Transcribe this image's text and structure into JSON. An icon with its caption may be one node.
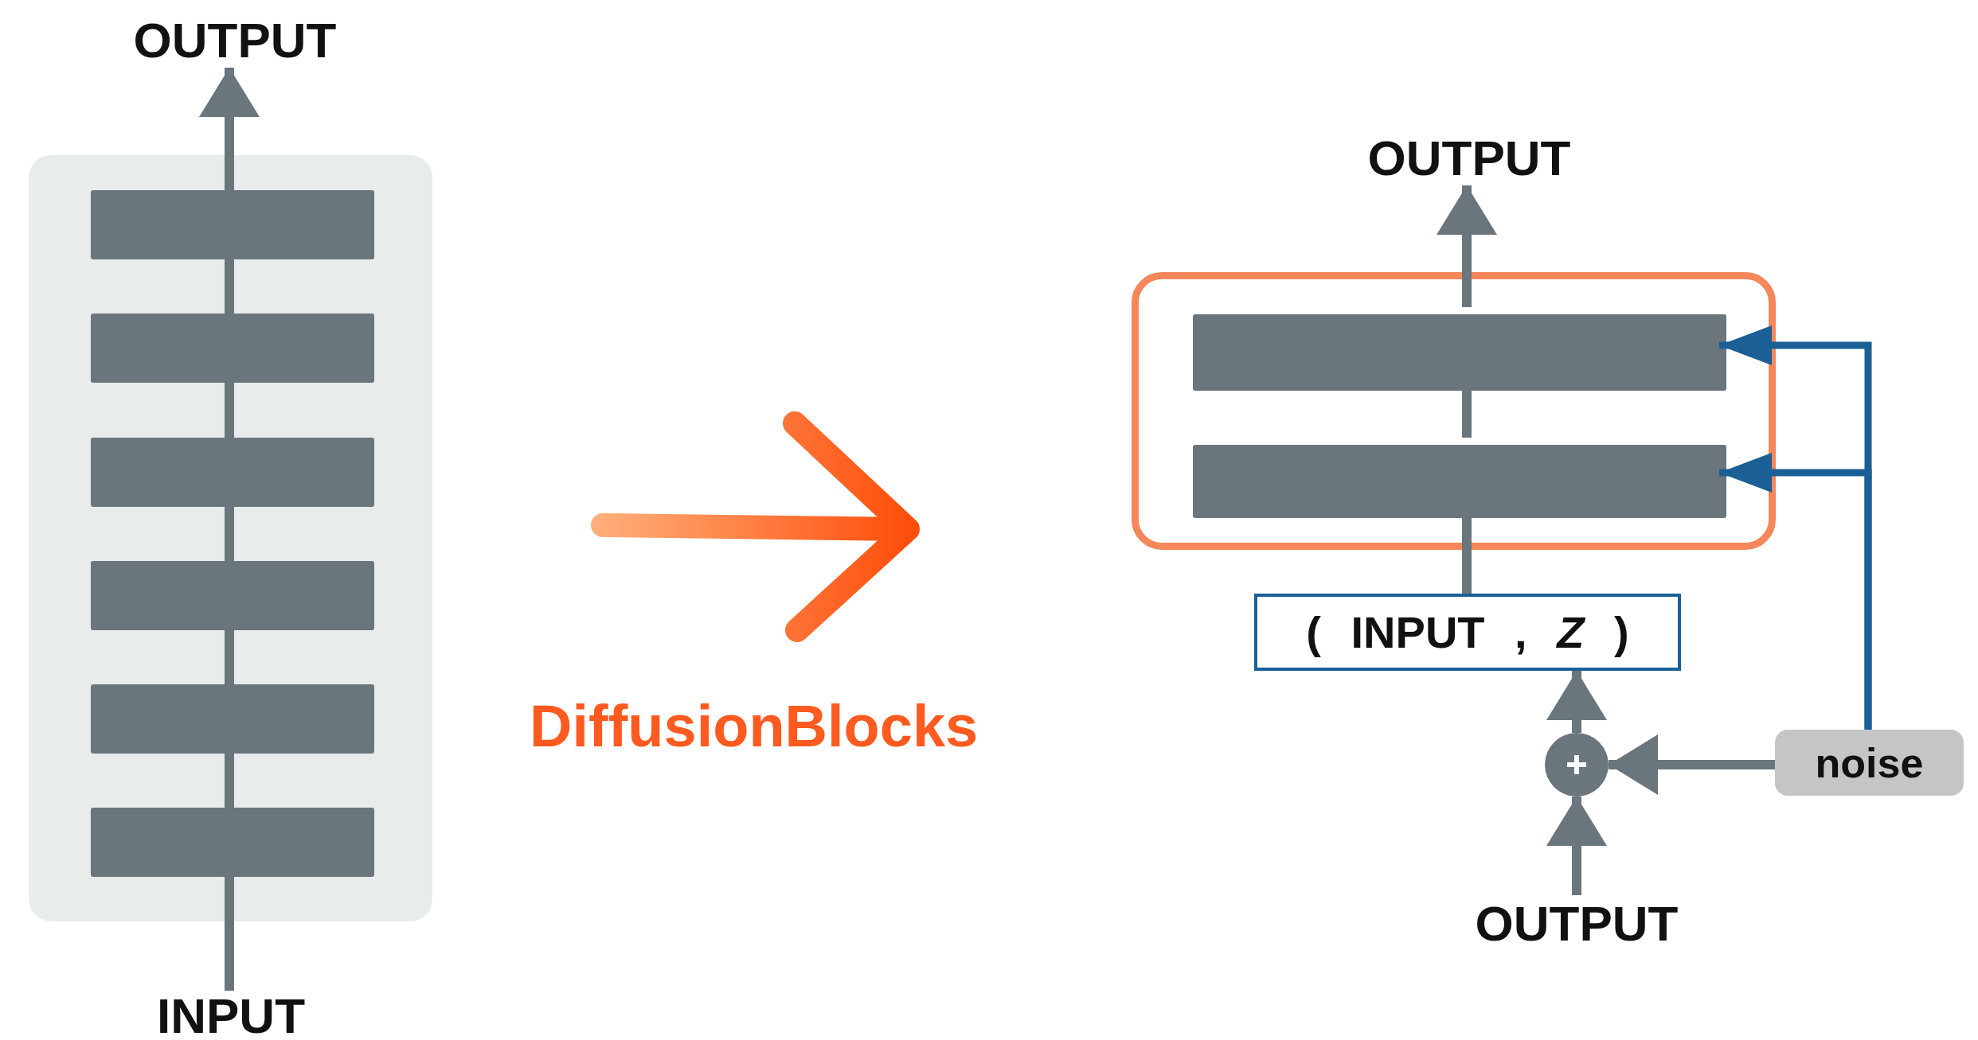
{
  "diagram": {
    "nodes": [
      {
        "text": [
          "OUTPUT"
        ]
      },
      {
        "text": [],
        "shape": "box"
      },
      {
        "text": [],
        "shape": "bar",
        "in": 1
      },
      {
        "text": [],
        "shape": "bar",
        "in": 1
      },
      {
        "text": [],
        "shape": "bar",
        "in": 1
      },
      {
        "text": [],
        "shape": "bar",
        "in": 1
      },
      {
        "text": [],
        "shape": "bar",
        "in": 1
      },
      {
        "text": [],
        "shape": "bar",
        "in": 1
      },
      {
        "text": [
          "INPUT"
        ]
      },
      {
        "text": [
          "OUTPUT"
        ]
      },
      {
        "text": [],
        "shape": "box"
      },
      {
        "text": [],
        "shape": "bar",
        "in": 10
      },
      {
        "text": [],
        "shape": "bar",
        "in": 10
      },
      {
        "text": [
          "( INPUT , *Z* )"
        ]
      },
      {
        "text": [],
        "shape": "circle"
      },
      {
        "text": [
          "noise"
        ]
      },
      {
        "text": [
          "OUTPUT"
        ]
      }
    ],
    "edges": [
      {
        "from": 8,
        "to": 7,
        "arrow": "none"
      },
      {
        "from": 7,
        "to": 6,
        "arrow": "none"
      },
      {
        "from": 6,
        "to": 5,
        "arrow": "none"
      },
      {
        "from": 5,
        "to": 4,
        "arrow": "none"
      },
      {
        "from": 4,
        "to": 3,
        "arrow": "none"
      },
      {
        "from": 3,
        "to": 2,
        "arrow": "none"
      },
      {
        "from": 2,
        "to": 0,
        "arrow": "to"
      },
      {
        "from": 13,
        "to": 12,
        "arrow": "none"
      },
      {
        "from": 12,
        "to": 11,
        "arrow": "none"
      },
      {
        "from": 11,
        "to": 9,
        "arrow": "to"
      },
      {
        "from": 14,
        "to": 13,
        "arrow": "to"
      },
      {
        "from": 16,
        "to": 14,
        "arrow": "to"
      },
      {
        "from": 15,
        "to": 14,
        "arrow": "to"
      },
      {
        "from": 15,
        "to": 11,
        "arrow": "to",
        "color": "#1a5f96"
      },
      {
        "from": 15,
        "to": 12,
        "arrow": "to",
        "color": "#1a5f96"
      }
    ],
    "labels": [
      "DiffusionBlocks"
    ]
  }
}
